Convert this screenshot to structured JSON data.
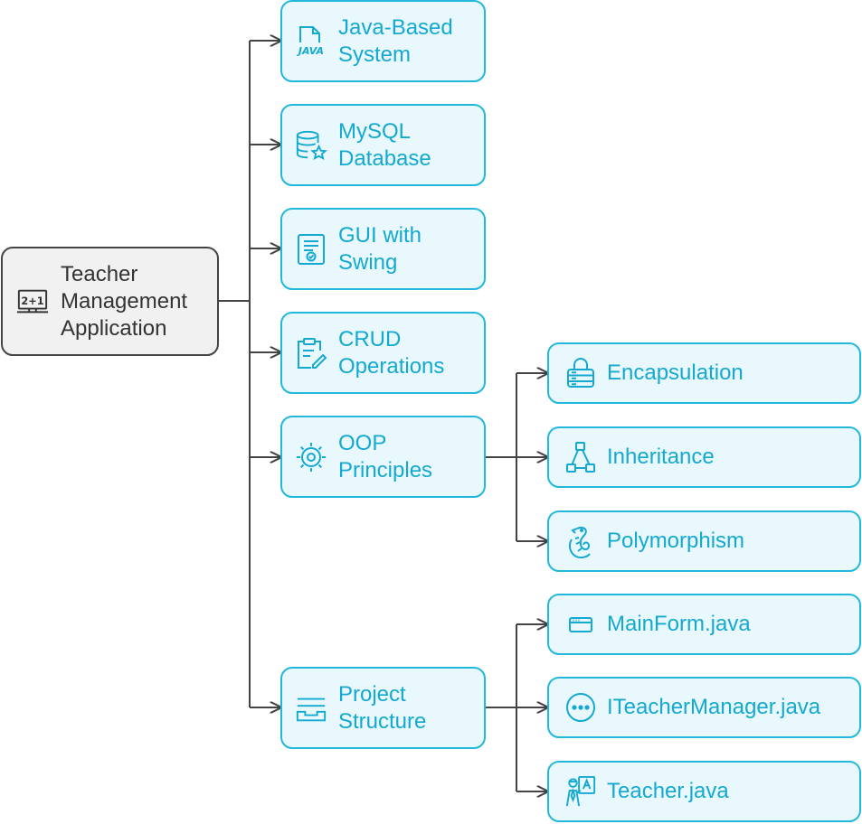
{
  "root": {
    "label_lines": [
      "Teacher",
      "Management",
      "Application"
    ],
    "icon": "blackboard-2plus1-icon"
  },
  "branches": [
    {
      "label_lines": [
        "Java-Based",
        "System"
      ],
      "icon": "java-file-icon"
    },
    {
      "label_lines": [
        "MySQL",
        "Database"
      ],
      "icon": "database-star-icon"
    },
    {
      "label_lines": [
        "GUI with",
        "Swing"
      ],
      "icon": "form-check-icon"
    },
    {
      "label_lines": [
        "CRUD",
        "Operations"
      ],
      "icon": "clipboard-pencil-icon"
    },
    {
      "label_lines": [
        "OOP",
        "Principles"
      ],
      "icon": "gear-icon"
    },
    {
      "label_lines": [
        "Project",
        "Structure"
      ],
      "icon": "tray-icon"
    }
  ],
  "oop_children": [
    {
      "label": "Encapsulation",
      "icon": "lock-server-icon"
    },
    {
      "label": "Inheritance",
      "icon": "hierarchy-icon"
    },
    {
      "label": "Polymorphism",
      "icon": "seahorse-icon"
    }
  ],
  "project_children": [
    {
      "label": "MainForm.java",
      "icon": "window-icon"
    },
    {
      "label": "ITeacherManager.java",
      "icon": "ellipsis-circle-icon"
    },
    {
      "label": "Teacher.java",
      "icon": "teacher-board-icon"
    }
  ],
  "colors": {
    "accent": "#22b8dc",
    "accent_text": "#14a9d1",
    "node_fill": "#e8f8fd",
    "root_fill": "#f1f1f1",
    "root_border": "#444444",
    "connector": "#444444"
  }
}
